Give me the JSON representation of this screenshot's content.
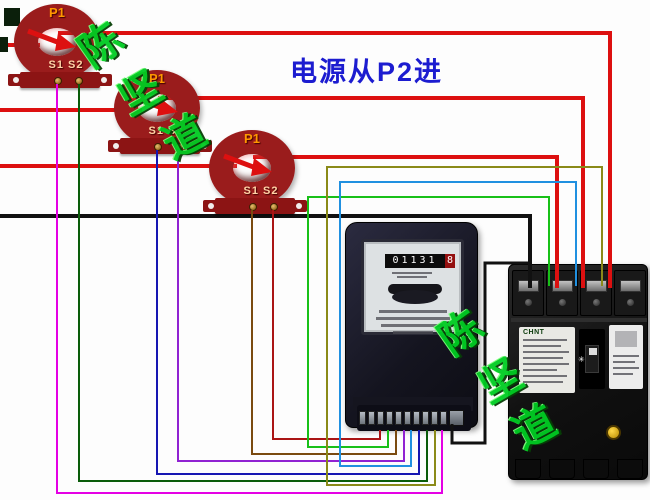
{
  "annotation": {
    "power_note": "电源从P2进",
    "power_note_color": "#1c1cd0"
  },
  "watermark": {
    "chars": [
      "陈",
      "坚",
      "道"
    ],
    "color": "#00cc22"
  },
  "ct": {
    "primary_label": "P1",
    "secondary_label": "S1 S2",
    "body_color": "#9a1c1c"
  },
  "meter": {
    "register_main": "01131",
    "register_last": "8"
  },
  "breaker": {
    "brand": "CHNT",
    "button_color": "#e6b400"
  },
  "wire_colors": {
    "phase": "#dd1010",
    "neutral": "#111111",
    "ct1_s1": "#e400e4",
    "ct1_s2": "#0a5c0a",
    "ct2_s1": "#1616b2",
    "ct2_s2": "#9022d2",
    "ct3_s1": "#7a4a10",
    "ct3_s2": "#aa1515",
    "volt_left": "#18c018",
    "volt_mid": "#2090e0",
    "volt_right": "#8a8a18"
  }
}
